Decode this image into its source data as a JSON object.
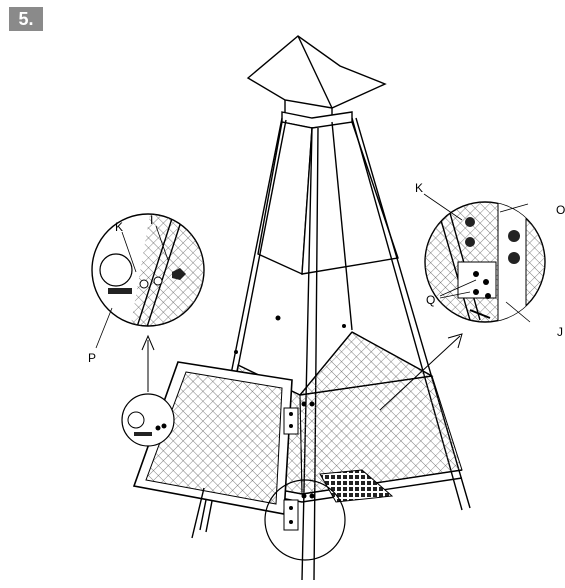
{
  "step": "5.",
  "labels": {
    "left_k": "K",
    "left_i": "I",
    "left_p": "P",
    "right_k": "K",
    "right_o": "O",
    "right_q": "Q",
    "right_j": "J"
  }
}
